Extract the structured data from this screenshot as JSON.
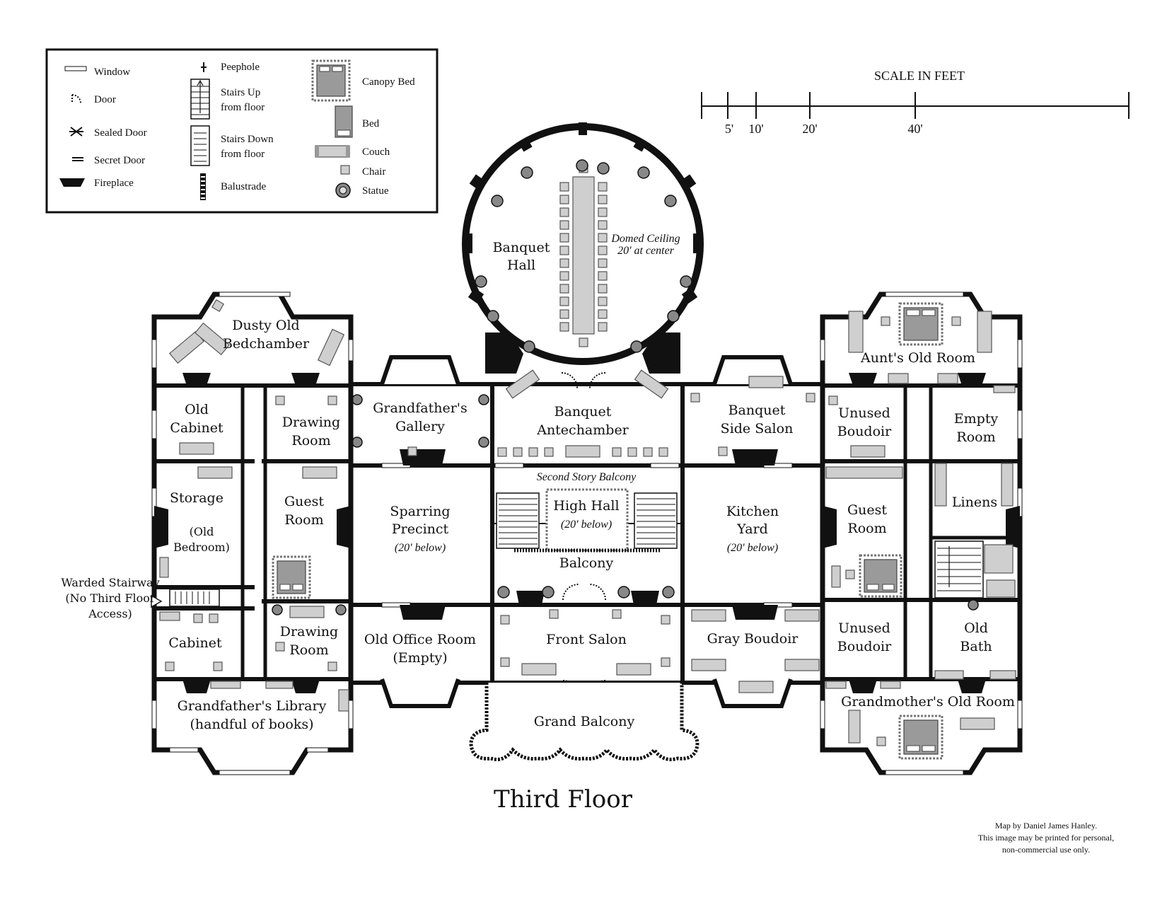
{
  "map": {
    "title": "Third Floor",
    "credit": [
      "Map by Daniel James Hanley.",
      "This image may be printed for personal,",
      "non-commercial use only."
    ],
    "scale": {
      "heading": "SCALE IN FEET",
      "ticks": [
        "5'",
        "10'",
        "20'",
        "40'"
      ]
    },
    "legend": {
      "items": [
        {
          "icon": "window-icon",
          "label": "Window"
        },
        {
          "icon": "door-icon",
          "label": "Door"
        },
        {
          "icon": "sealed-door-icon",
          "label": "Sealed Door"
        },
        {
          "icon": "secret-door-icon",
          "label": "Secret Door"
        },
        {
          "icon": "fireplace-icon",
          "label": "Fireplace"
        },
        {
          "icon": "peephole-icon",
          "label": "Peephole"
        },
        {
          "icon": "stairs-up-icon",
          "label": "Stairs Up from floor"
        },
        {
          "icon": "stairs-down-icon",
          "label": "Stairs Down from floor"
        },
        {
          "icon": "balustrade-icon",
          "label": "Balustrade"
        },
        {
          "icon": "canopy-bed-icon",
          "label": "Canopy Bed"
        },
        {
          "icon": "bed-icon",
          "label": "Bed"
        },
        {
          "icon": "couch-icon",
          "label": "Couch"
        },
        {
          "icon": "chair-icon",
          "label": "Chair"
        },
        {
          "icon": "statue-icon",
          "label": "Statue"
        }
      ],
      "line_labels": {
        "stairs_up_1": "Stairs Up",
        "stairs_up_2": "from floor",
        "stairs_down_1": "Stairs Down",
        "stairs_down_2": "from floor"
      }
    },
    "rooms": {
      "banquet_hall": [
        "Banquet",
        "Hall"
      ],
      "domed_ceiling": [
        "Domed Ceiling",
        "20' at center"
      ],
      "dusty_bedchamber": [
        "Dusty Old",
        "Bedchamber"
      ],
      "old_cabinet": [
        "Old",
        "Cabinet"
      ],
      "drawing_room_top": [
        "Drawing",
        "Room"
      ],
      "grandfathers_gallery": [
        "Grandfather's",
        "Gallery"
      ],
      "banquet_antechamber": [
        "Banquet",
        "Antechamber"
      ],
      "banquet_side_salon": [
        "Banquet",
        "Side Salon"
      ],
      "unused_boudoir_top": [
        "Unused",
        "Boudoir"
      ],
      "empty_room": [
        "Empty",
        "Room"
      ],
      "aunts_old_room": "Aunt's Old Room",
      "storage": "Storage",
      "old_bedroom": [
        "(Old",
        "Bedroom)"
      ],
      "guest_room_left": [
        "Guest",
        "Room"
      ],
      "sparring_precinct": [
        "Sparring",
        "Precinct",
        "(20' below)"
      ],
      "second_story_balcony": "Second Story Balcony",
      "high_hall": [
        "High Hall",
        "(20' below)"
      ],
      "balcony": "Balcony",
      "kitchen_yard": [
        "Kitchen",
        "Yard",
        "(20' below)"
      ],
      "guest_room_right": [
        "Guest",
        "Room"
      ],
      "linens": "Linens",
      "warded_stairway": [
        "Warded Stairway",
        "(No Third Floor",
        "Access)"
      ],
      "cabinet": "Cabinet",
      "drawing_room_bottom": [
        "Drawing",
        "Room"
      ],
      "old_office_room": [
        "Old Office Room",
        "(Empty)"
      ],
      "front_salon": "Front Salon",
      "gray_boudoir": "Gray Boudoir",
      "unused_boudoir_bottom": [
        "Unused",
        "Boudoir"
      ],
      "old_bath": [
        "Old",
        "Bath"
      ],
      "grandfathers_library": [
        "Grandfather's Library",
        "(handful of books)"
      ],
      "grand_balcony": "Grand Balcony",
      "grandmothers_old_room": "Grandmother's Old Room"
    }
  }
}
